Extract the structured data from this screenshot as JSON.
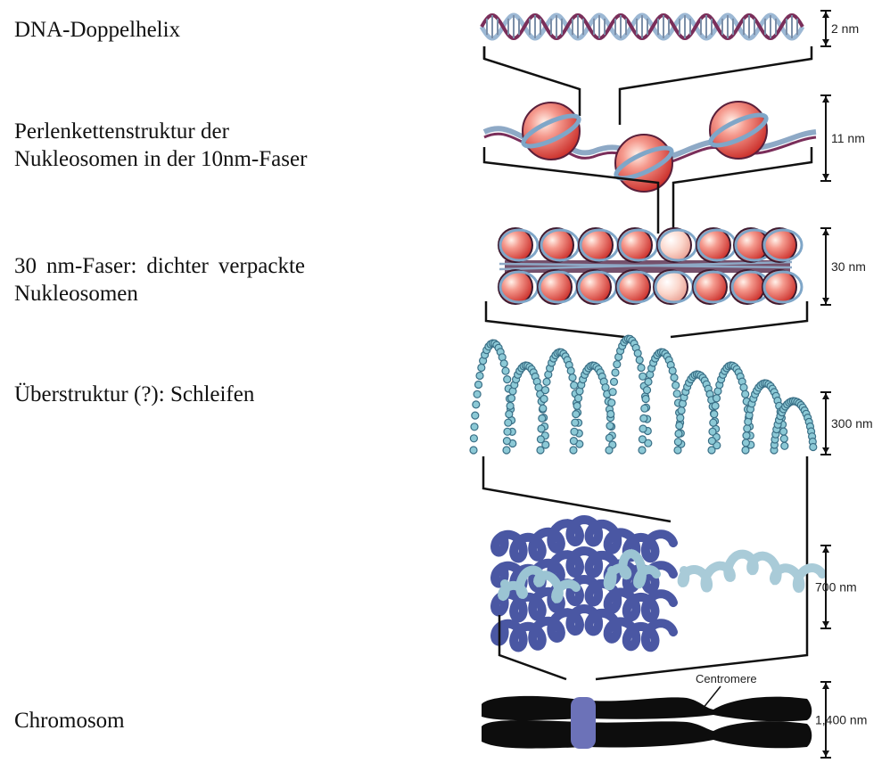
{
  "levels": [
    {
      "caption_lines": [
        "DNA-Doppelhelix"
      ],
      "dimension": "2 nm"
    },
    {
      "caption_lines": [
        "Perlenkettenstruktur der",
        "Nukleosomen in der 10nm-Faser"
      ],
      "dimension": "11 nm"
    },
    {
      "caption_lines": [
        "30 nm-Faser: dichter verpackte",
        "Nukleosomen"
      ],
      "dimension": "30 nm"
    },
    {
      "caption_lines": [
        "Überstruktur (?): Schleifen"
      ],
      "dimension": "300 nm"
    },
    {
      "caption_lines": [],
      "dimension": "700 nm"
    },
    {
      "caption_lines": [
        "Chromosom"
      ],
      "dimension": "1,400 nm"
    }
  ],
  "centromere_label": "Centromere",
  "colors": {
    "dna_strand_light": "#7fa6c8",
    "dna_strand_dark": "#7a2e5a",
    "nucleosome_fill": "#e8453f",
    "nucleosome_highlight": "#fbe3d8",
    "loop_bead": "#8cc9d6",
    "loop_bead_outline": "#3a6f86",
    "fiber_700_dark": "#4a57a3",
    "fiber_700_light": "#9bc4d3",
    "chromosome": "#0d0d0d",
    "centromere": "#6c72b8",
    "bracket": "#111111"
  }
}
